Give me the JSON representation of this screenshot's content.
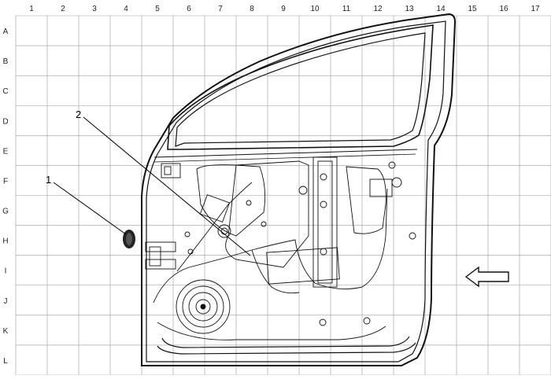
{
  "grid": {
    "columns": [
      "1",
      "2",
      "3",
      "4",
      "5",
      "6",
      "7",
      "8",
      "9",
      "10",
      "11",
      "12",
      "13",
      "14",
      "15",
      "16",
      "17"
    ],
    "rows": [
      "A",
      "B",
      "C",
      "D",
      "E",
      "F",
      "G",
      "H",
      "I",
      "J",
      "K",
      "L"
    ]
  },
  "callouts": [
    {
      "id": "1",
      "label": "1"
    },
    {
      "id": "2",
      "label": "2"
    }
  ],
  "colors": {
    "grid_line": "#9a9a9a",
    "linework": "#111111",
    "background": "#ffffff"
  },
  "icons": {
    "direction_arrow": "front-direction-arrow-icon"
  }
}
